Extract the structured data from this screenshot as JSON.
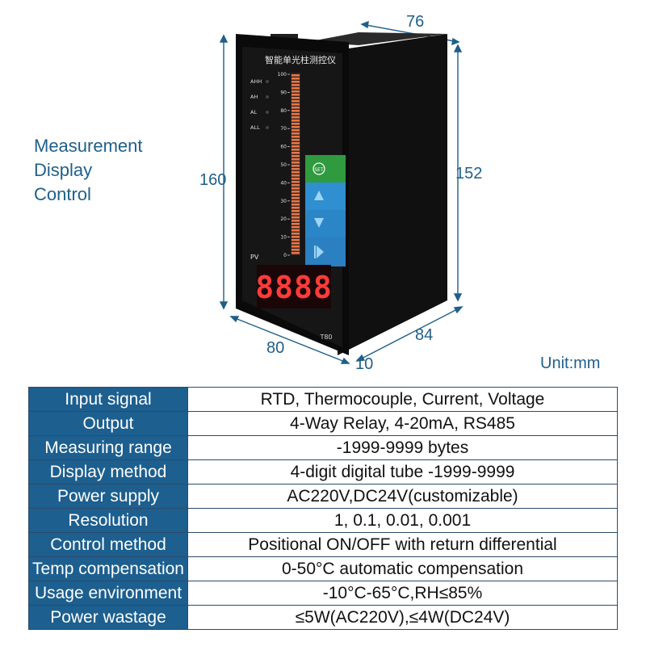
{
  "caption": [
    "Measurement",
    "Display",
    "Control"
  ],
  "unit_label": "Unit:mm",
  "dimensions": {
    "top_depth": "76",
    "front_height": "160",
    "side_height": "152",
    "front_width": "80",
    "side_depth": "84",
    "bezel": "10"
  },
  "device": {
    "title": "智能单光柱测控仪",
    "alarm_labels": [
      "AHH",
      "AH",
      "AL",
      "ALL"
    ],
    "scale_ticks": [
      "100",
      "90",
      "80",
      "70",
      "60",
      "50",
      "40",
      "30",
      "20",
      "10",
      "0"
    ],
    "set_button": "SET",
    "pv_label": "PV",
    "readout": "8888",
    "model": "T80"
  },
  "specs": [
    {
      "key": "Input signal",
      "value": "RTD, Thermocouple, Current, Voltage"
    },
    {
      "key": "Output",
      "value": "4-Way Relay, 4-20mA, RS485"
    },
    {
      "key": "Measuring range",
      "value": "-1999-9999 bytes"
    },
    {
      "key": "Display method",
      "value": "4-digit digital tube -1999-9999"
    },
    {
      "key": "Power supply",
      "value": "AC220V,DC24V(customizable)"
    },
    {
      "key": "Resolution",
      "value": "1, 0.1, 0.01, 0.001"
    },
    {
      "key": "Control method",
      "value": "Positional ON/OFF with return differential"
    },
    {
      "key": "Temp compensation",
      "value": "0-50°C automatic compensation"
    },
    {
      "key": "Usage environment",
      "value": "-10°C-65°C,RH≤85%"
    },
    {
      "key": "Power wastage",
      "value": "≤5W(AC220V),≤4W(DC24V)"
    }
  ]
}
